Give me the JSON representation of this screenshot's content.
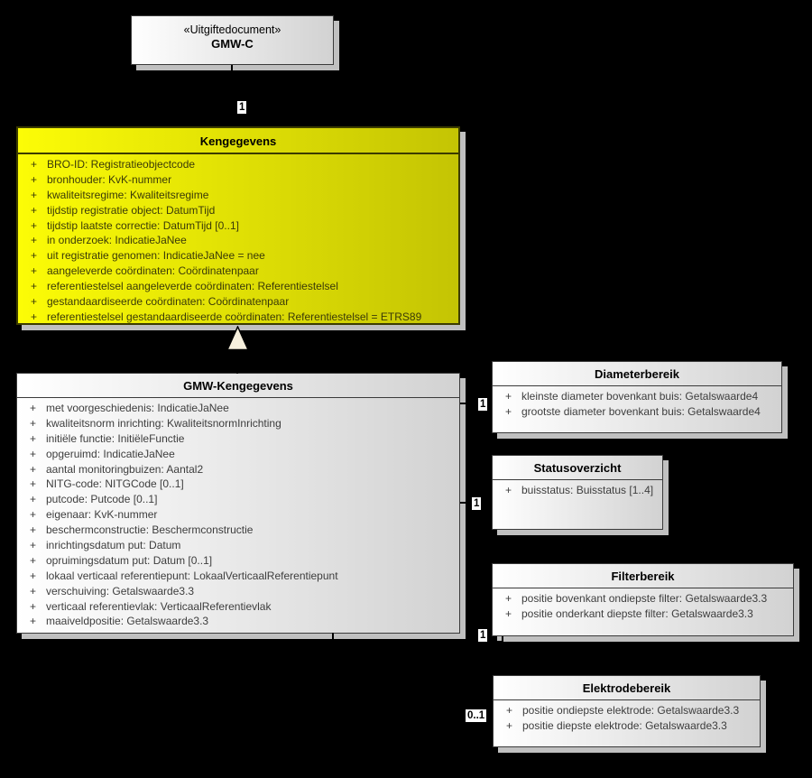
{
  "visibility": "+",
  "classes": {
    "uitgiftedocument": {
      "stereotype": "«Uitgiftedocument»",
      "name": "GMW-C"
    },
    "kengegevens": {
      "name": "Kengegevens",
      "attributes": [
        "BRO-ID: Registratieobjectcode",
        "bronhouder: KvK-nummer",
        "kwaliteitsregime: Kwaliteitsregime",
        "tijdstip registratie object: DatumTijd",
        "tijdstip laatste correctie: DatumTijd [0..1]",
        "in onderzoek: IndicatieJaNee",
        "uit registratie genomen: IndicatieJaNee = nee",
        "aangeleverde coördinaten: Coördinatenpaar",
        "referentiestelsel aangeleverde coördinaten: Referentiestelsel",
        "gestandaardiseerde coördinaten: Coördinatenpaar",
        "referentiestelsel gestandaardiseerde coördinaten: Referentiestelsel = ETRS89"
      ]
    },
    "gmw_kengegevens": {
      "name": "GMW-Kengegevens",
      "attributes": [
        "met voorgeschiedenis: IndicatieJaNee",
        "kwaliteitsnorm inrichting: KwaliteitsnormInrichting",
        "initiële functie: InitiëleFunctie",
        "opgeruimd: IndicatieJaNee",
        "aantal monitoringbuizen: Aantal2",
        "NITG-code: NITGCode [0..1]",
        "putcode: Putcode [0..1]",
        "eigenaar: KvK-nummer",
        "beschermconstructie: Beschermconstructie",
        "inrichtingsdatum put: Datum",
        "opruimingsdatum put: Datum [0..1]",
        "lokaal verticaal referentiepunt: LokaalVerticaalReferentiepunt",
        "verschuiving: Getalswaarde3.3",
        "verticaal referentievlak: VerticaalReferentievlak",
        "maaiveldpositie: Getalswaarde3.3"
      ]
    },
    "diameterbereik": {
      "name": "Diameterbereik",
      "attributes": [
        "kleinste diameter bovenkant buis: Getalswaarde4",
        "grootste diameter bovenkant buis: Getalswaarde4"
      ]
    },
    "statusoverzicht": {
      "name": "Statusoverzicht",
      "attributes": [
        "buisstatus: Buisstatus [1..4]"
      ]
    },
    "filterbereik": {
      "name": "Filterbereik",
      "attributes": [
        "positie bovenkant ondiepste filter: Getalswaarde3.3",
        "positie onderkant diepste filter: Getalswaarde3.3"
      ]
    },
    "elektrodebereik": {
      "name": "Elektrodebereik",
      "attributes": [
        "positie ondiepste elektrode: Getalswaarde3.3",
        "positie diepste elektrode: Getalswaarde3.3"
      ]
    }
  },
  "multiplicities": {
    "document_to_kengegevens": "1",
    "diameterbereik": "1",
    "statusoverzicht": "1",
    "filterbereik": "1",
    "elektrodebereik": "0..1"
  },
  "colors": {
    "background": "#000000",
    "class_fill_start": "#ffffff",
    "class_fill_end": "#d2d2d2",
    "highlight_fill_start": "#fcfc06",
    "highlight_fill_end": "#c4c404",
    "border": "#3a3a3a",
    "highlight_border": "#3c3c00",
    "shadow": "#c0c0c0",
    "arrow_fill": "#f7f0dd"
  }
}
